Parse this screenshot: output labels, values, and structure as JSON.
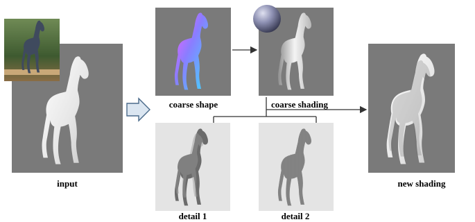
{
  "figure": {
    "labels": {
      "input": "input",
      "coarse_shape": "coarse shape",
      "coarse_shading": "coarse shading",
      "new_shading": "new shading",
      "detail_1": "detail 1",
      "detail_2": "detail 2"
    },
    "colors": {
      "panel_gray": "#7a7a7a",
      "detail_background": "#e4e4e4",
      "arrow": "#333333",
      "hollow_arrow_fill": "#dbe6f1",
      "hollow_arrow_stroke": "#4a6a8a"
    },
    "icons": {
      "photo": "horse-statue-photo",
      "sphere": "lighting-sphere"
    }
  }
}
